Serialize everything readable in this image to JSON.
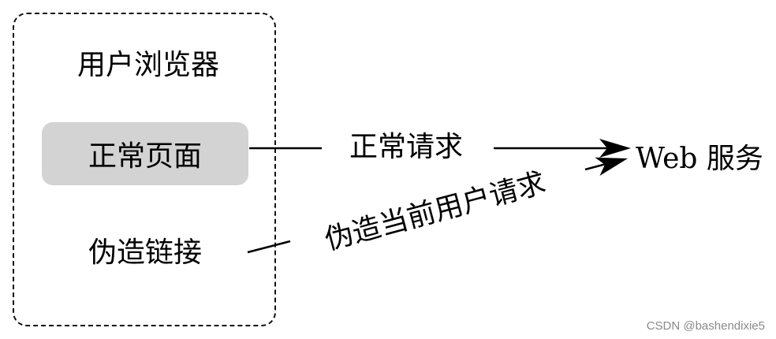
{
  "browser": {
    "title": "用户浏览器",
    "normal_page": "正常页面",
    "forged_link": "伪造链接"
  },
  "requests": {
    "normal": "正常请求",
    "forged": "伪造当前用户请求"
  },
  "server": {
    "label": "Web 服务"
  },
  "watermark": "CSDN @bashendixie5",
  "colors": {
    "line": "#000000",
    "page_fill": "#d3d3d3",
    "dashed_border": "#111111",
    "watermark": "#8a8a8a"
  }
}
